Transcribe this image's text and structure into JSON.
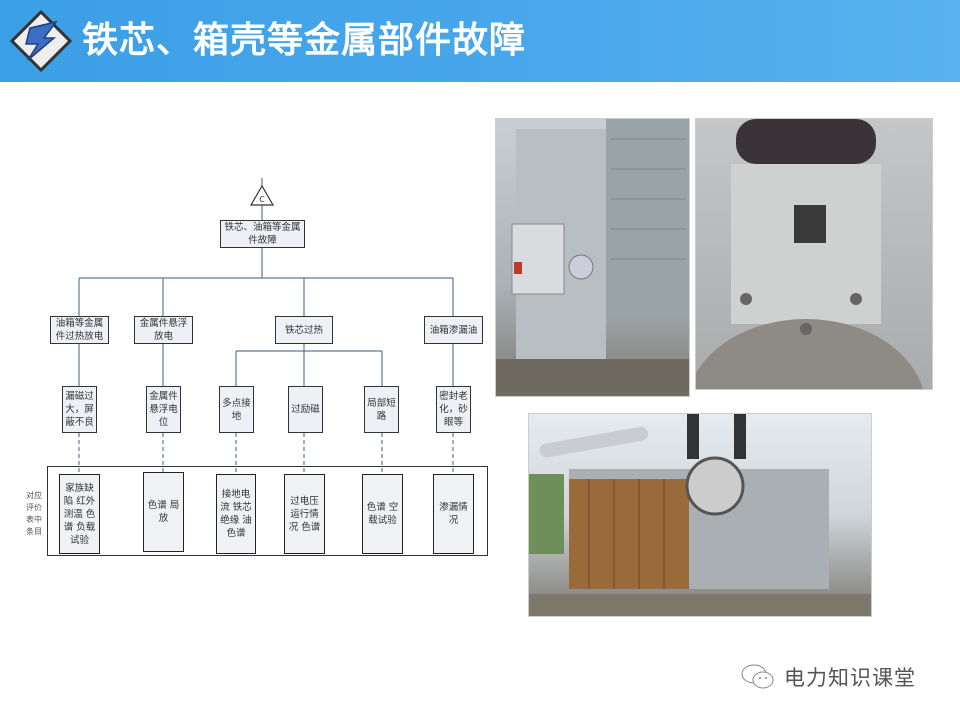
{
  "header": {
    "title": "铁芯、箱壳等金属部件故障",
    "bar_color": "#3b9fe6"
  },
  "diagram": {
    "gate_symbol": "C",
    "root": "铁芯、油箱等金属件故障",
    "level1": [
      "油箱等金属件过热放电",
      "金属件悬浮放电",
      "铁芯过热",
      "油箱渗漏油"
    ],
    "level2": [
      "漏磁过大，屏蔽不良",
      "金属件悬浮电位",
      "多点接地",
      "过励磁",
      "局部短路",
      "密封老化，砂眼等"
    ],
    "side_label": "对应评价表中条目",
    "evaluation_items": [
      "家族缺陷 红外测温 色谱 负载试验",
      "色谱 局放",
      "接地电流 铁芯绝缘 油色谱",
      "过电压运行情况 色谱",
      "色谱 空载试验",
      "渗漏情况"
    ]
  },
  "watermark": {
    "text": "电力知识课堂",
    "icon": "wechat-icon"
  }
}
